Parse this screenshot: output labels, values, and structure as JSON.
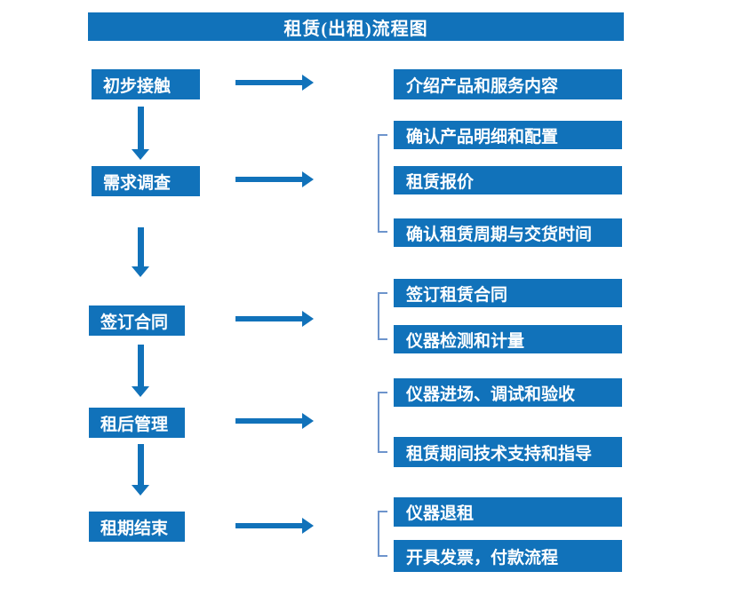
{
  "title": "租赁(出租)流程图",
  "colors": {
    "primary_blue": "#1172BA",
    "bracket_blue": "#6D94CC",
    "text_on_primary": "#FFFFFF",
    "background": "#FFFFFF"
  },
  "flow": {
    "stages": [
      {
        "label": "初步接触",
        "outputs": [
          "介绍产品和服务内容"
        ]
      },
      {
        "label": "需求调查",
        "outputs": [
          "确认产品明细和配置",
          "租赁报价",
          "确认租赁周期与交货时间"
        ]
      },
      {
        "label": "签订合同",
        "outputs": [
          "签订租赁合同",
          "仪器检测和计量"
        ]
      },
      {
        "label": "租后管理",
        "outputs": [
          "仪器进场、调试和验收",
          "租赁期间技术支持和指导"
        ]
      },
      {
        "label": "租期结束",
        "outputs": [
          "仪器退租",
          "开具发票，付款流程"
        ]
      }
    ]
  }
}
